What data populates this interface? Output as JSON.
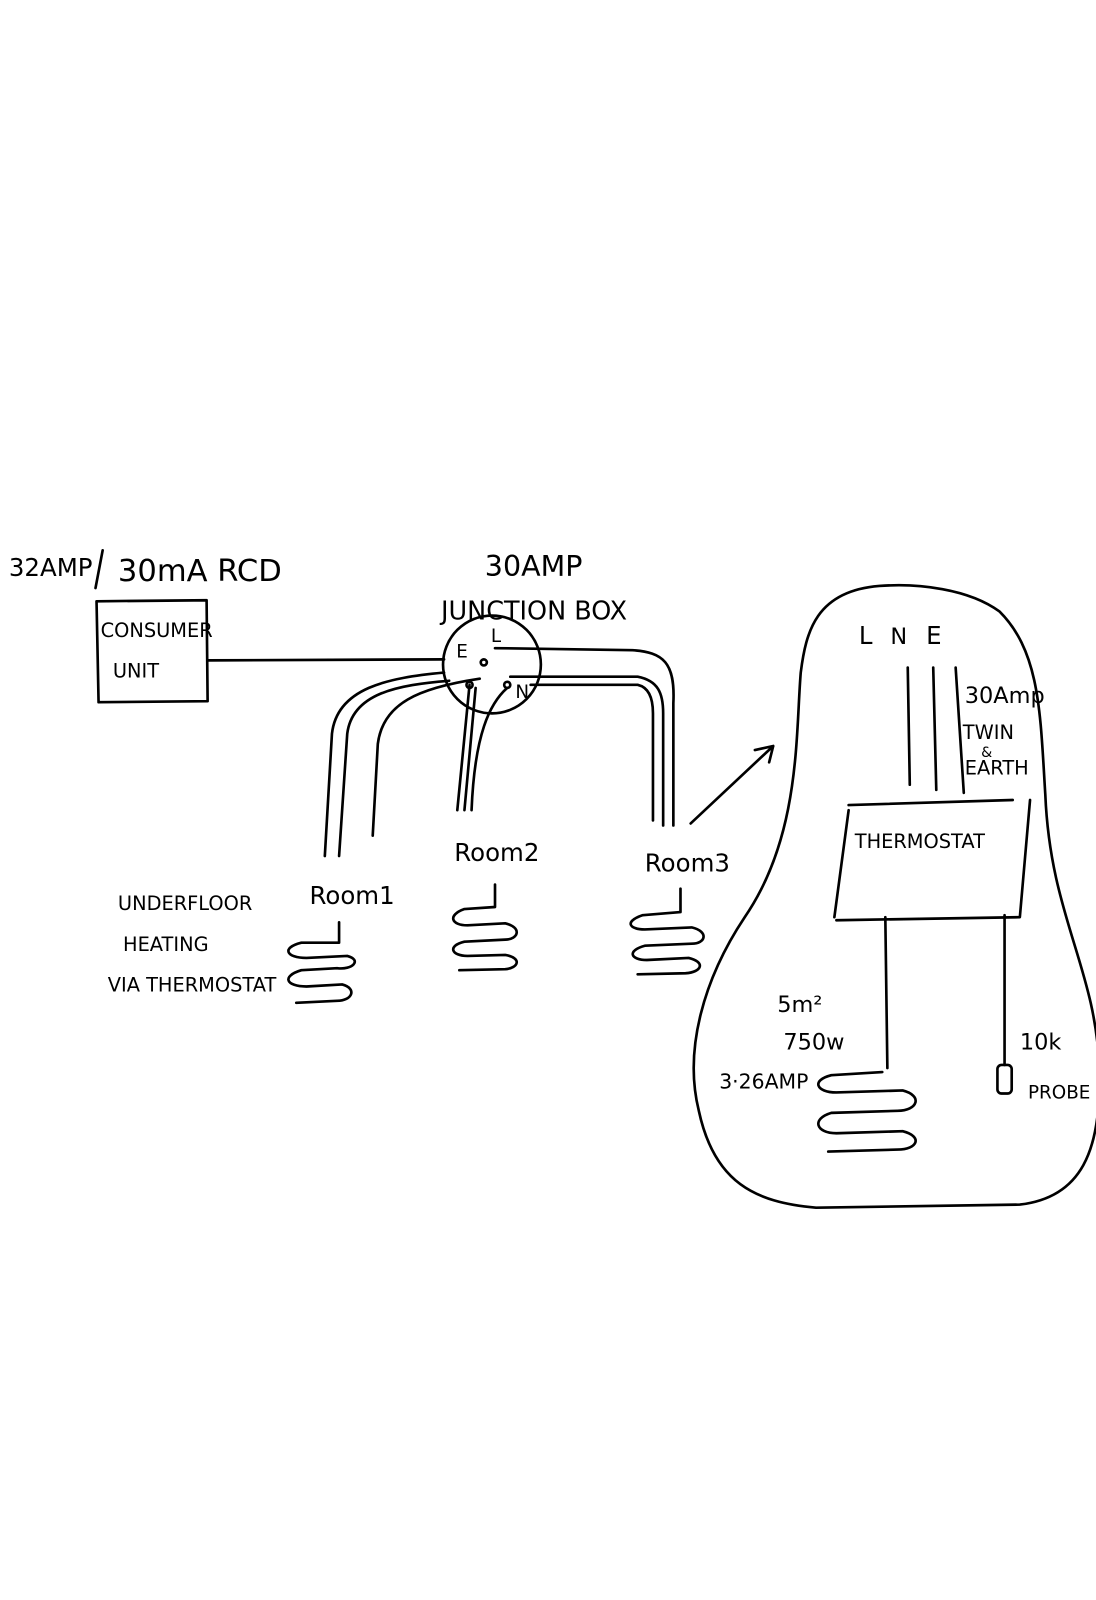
{
  "consumer_unit": {
    "rating": "32AMP",
    "rcd": "30mA RCD",
    "label_line1": "CONSUMER",
    "label_line2": "UNIT"
  },
  "junction_box": {
    "rating": "30AMP",
    "label": "JUNCTION BOX",
    "terminals": [
      "E",
      "L",
      "N"
    ]
  },
  "rooms": [
    {
      "label": "Room1"
    },
    {
      "label": "Room2"
    },
    {
      "label": "Room3"
    }
  ],
  "caption": {
    "line1": "UNDERFLOOR",
    "line2": "HEATING",
    "line3": "VIA THERMOSTAT"
  },
  "detail": {
    "terminals": [
      "L",
      "N",
      "E"
    ],
    "cable_line1": "30Amp",
    "cable_line2": "TWIN",
    "cable_line3": "&",
    "cable_line4": "EARTH",
    "thermostat": "THERMOSTAT",
    "area": "5m²",
    "power": "750w",
    "current": "3·26AMP",
    "probe_line1": "10k",
    "probe_line2": "PROBE"
  }
}
